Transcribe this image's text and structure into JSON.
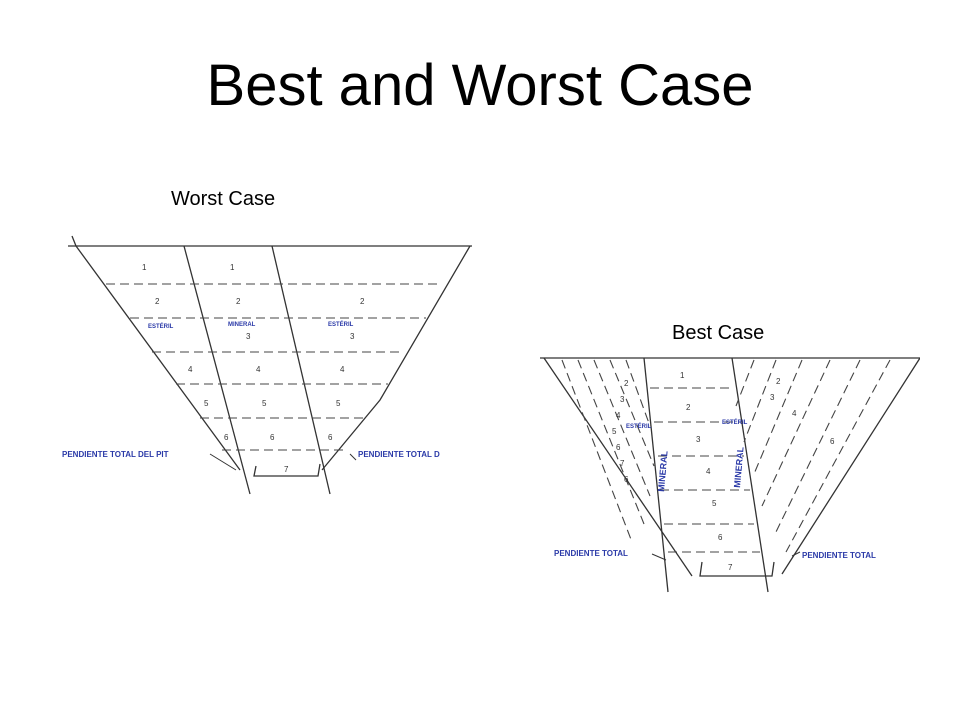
{
  "title": "Best and Worst Case",
  "worst": {
    "caption": "Worst Case",
    "bench_numbers": [
      "1",
      "1",
      "2",
      "2",
      "2",
      "3",
      "3",
      "4",
      "4",
      "4",
      "5",
      "5",
      "5",
      "6",
      "6",
      "6",
      "7"
    ],
    "label_esteril": "ESTÉRIL",
    "label_mineral": "MINERAL",
    "slope_left": "PENDIENTE TOTAL DEL PIT",
    "slope_right": "PENDIENTE TOTAL D"
  },
  "best": {
    "caption": "Best Case",
    "bench_numbers": [
      "1",
      "2",
      "3",
      "4",
      "5",
      "6",
      "7"
    ],
    "side_numbers": [
      "2",
      "3",
      "4",
      "5",
      "6",
      "7",
      "6",
      "2",
      "3",
      "4",
      "6"
    ],
    "label_esteril": "ESTÉRIL",
    "label_mineral": "MINERAL",
    "slope_left": "PENDIENTE TOTAL",
    "slope_right": "PENDIENTE TOTAL"
  },
  "colors": {
    "label_blue": "#2b3aa8",
    "line": "#333333"
  }
}
